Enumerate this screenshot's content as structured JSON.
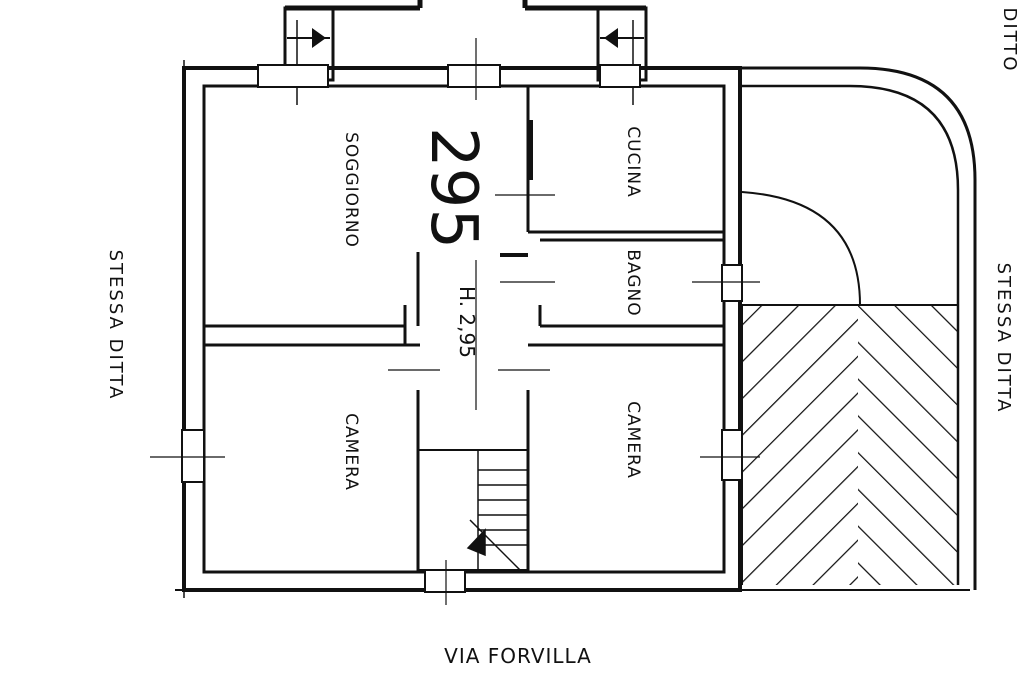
{
  "labels": {
    "top_right_fragment": "DITTO",
    "left_side": "STESSA DITTA",
    "right_side": "STESSA DITTA",
    "street": "VIA FORVILLA",
    "plan_number": "295",
    "height": "H. 2,95"
  },
  "rooms": {
    "soggiorno": "SOGGIORNO",
    "cucina": "CUCINA",
    "bagno": "BAGNO",
    "camera_left": "CAMERA",
    "camera_right": "CAMERA"
  }
}
